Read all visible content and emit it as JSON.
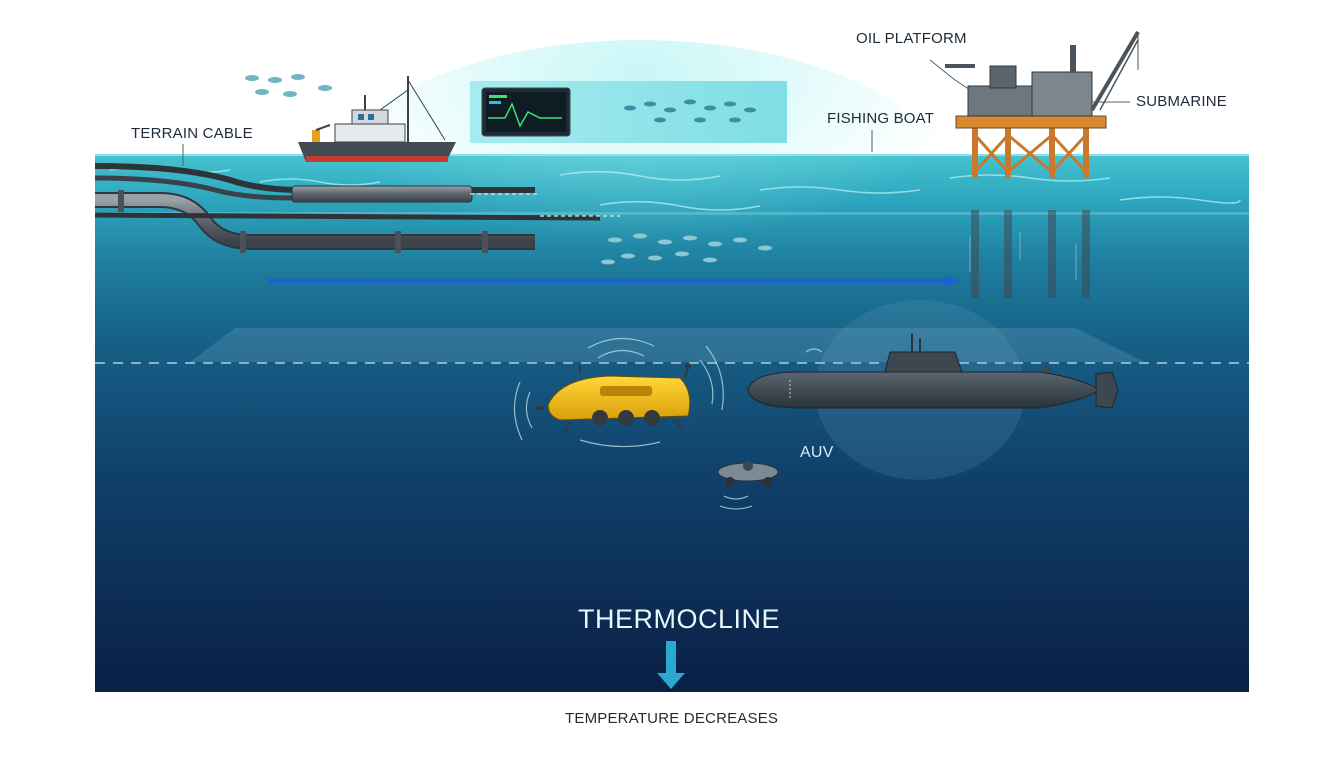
{
  "labels": {
    "terrain_cable": "TERRAIN CABLE",
    "oil_platform": "OIL PLATFORM",
    "fishing_boat": "FISHING BOAT",
    "submarine": "SUBMARINE",
    "auv": "AUV",
    "thermocline": "THERMOCLINE",
    "temperature_decreases": "TEMPERATURE DECREASES"
  },
  "colors": {
    "surface_water": "#3fb9c9",
    "deep_water": "#0b2347",
    "flow_arrow": "#1f5fd6",
    "auv_hull": "#f2c31a",
    "submarine_hull": "#3c4650",
    "platform_legs": "#c9782c",
    "down_arrow": "#29a9d2"
  },
  "icons": {
    "flow_arrow": "arrow-right-icon",
    "temperature_arrow": "arrow-down-icon"
  }
}
